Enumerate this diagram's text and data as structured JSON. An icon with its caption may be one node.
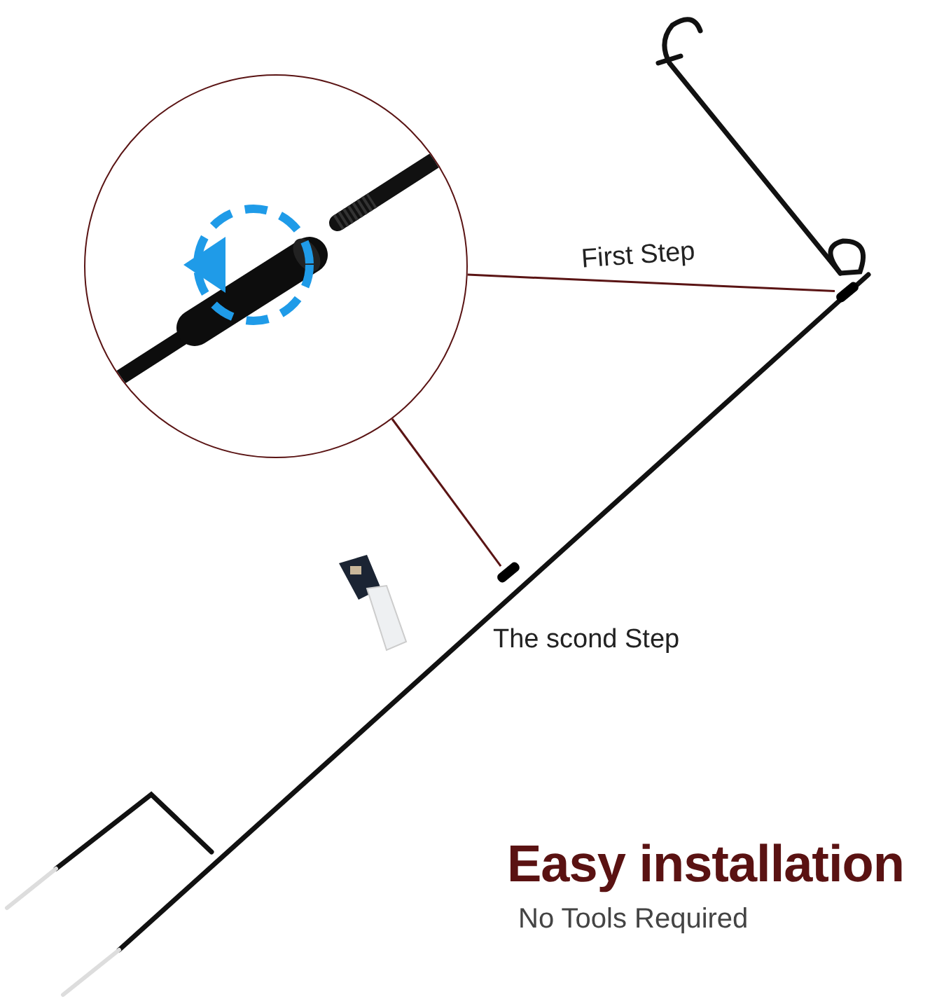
{
  "diagram": {
    "title": "Easy installation",
    "nodes": [
      {
        "text": [],
        "shape": "picture"
      },
      {
        "text": [],
        "shape": "bar"
      },
      {
        "text": [],
        "shape": "bar"
      }
    ],
    "edges": [
      {
        "from": 0,
        "to": 1,
        "arrow": "none"
      },
      {
        "from": 0,
        "to": 2,
        "arrow": "none"
      }
    ],
    "labels": [
      "First Step",
      "The scond Step",
      "No Tools Required"
    ]
  }
}
